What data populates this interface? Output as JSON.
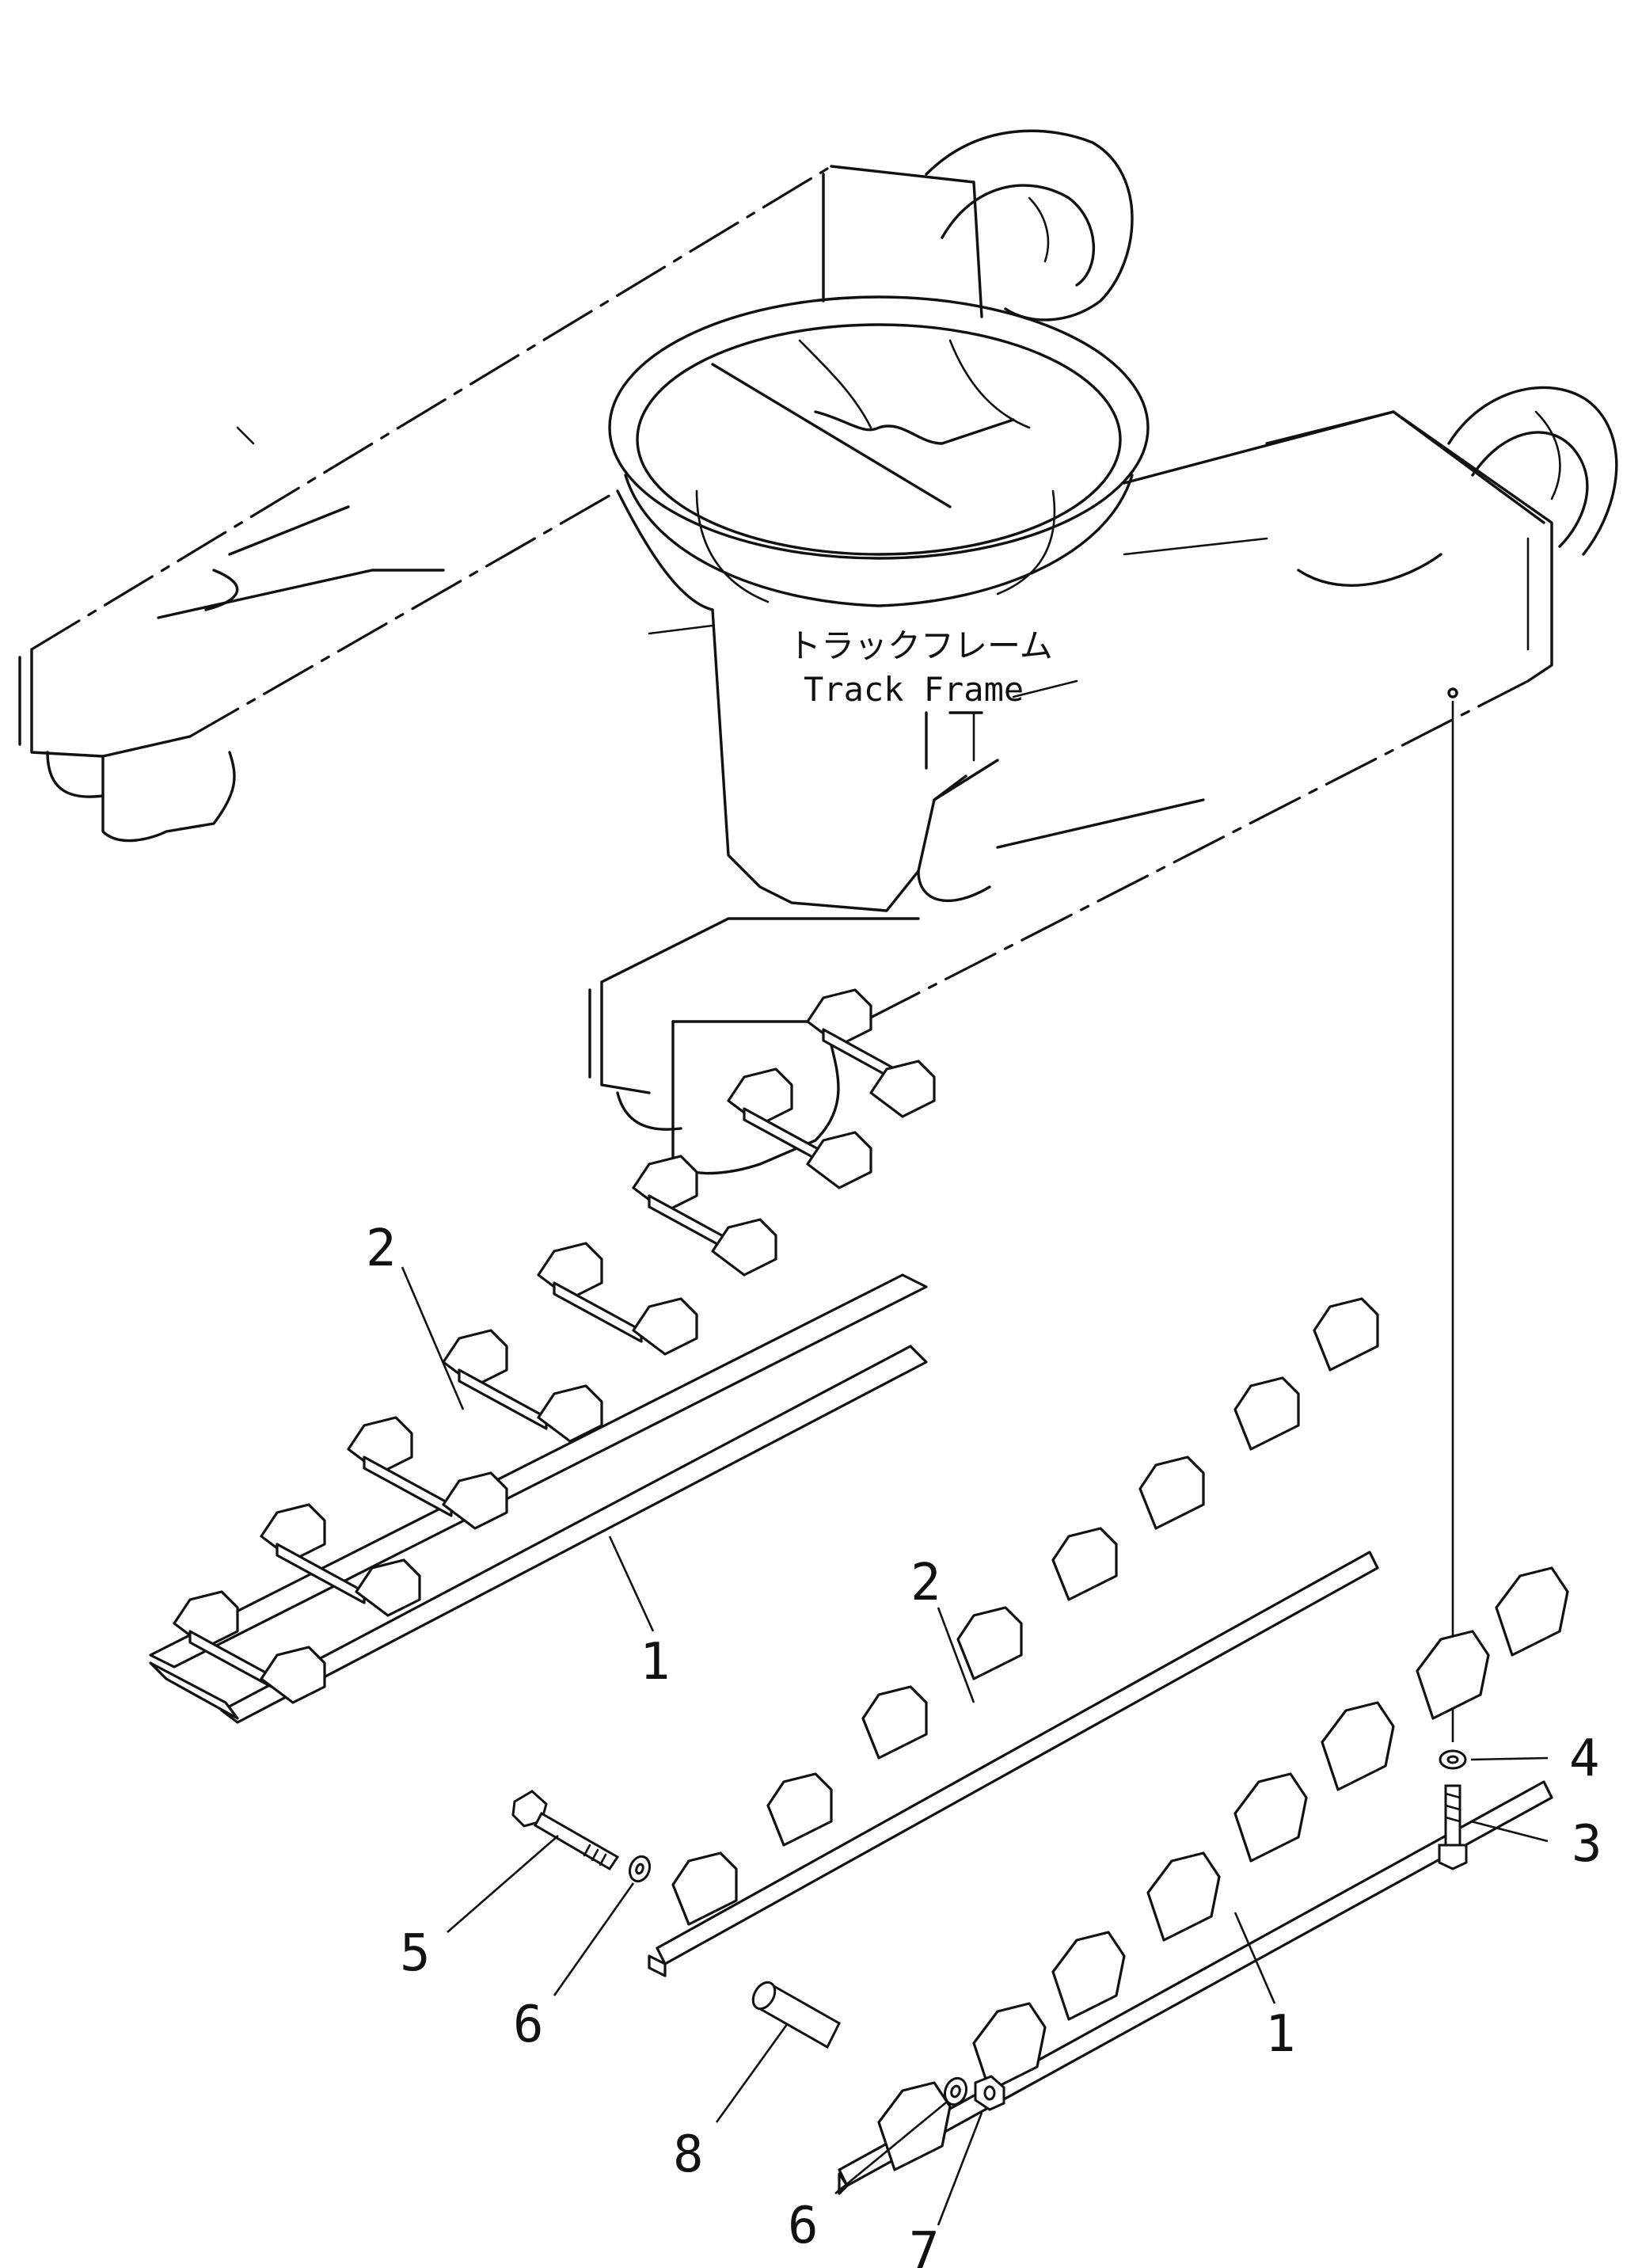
{
  "frame_label": {
    "jp": "トラックフレーム",
    "en": "Track Frame"
  },
  "callouts": [
    {
      "id": "c1a",
      "text": "2"
    },
    {
      "id": "c1b",
      "text": "1"
    },
    {
      "id": "c2a",
      "text": "2"
    },
    {
      "id": "c2b",
      "text": "1"
    },
    {
      "id": "c4",
      "text": "4"
    },
    {
      "id": "c3",
      "text": "3"
    },
    {
      "id": "c5",
      "text": "5"
    },
    {
      "id": "c6a",
      "text": "6"
    },
    {
      "id": "c8",
      "text": "8"
    },
    {
      "id": "c6b",
      "text": "6"
    },
    {
      "id": "c7",
      "text": "7"
    }
  ]
}
